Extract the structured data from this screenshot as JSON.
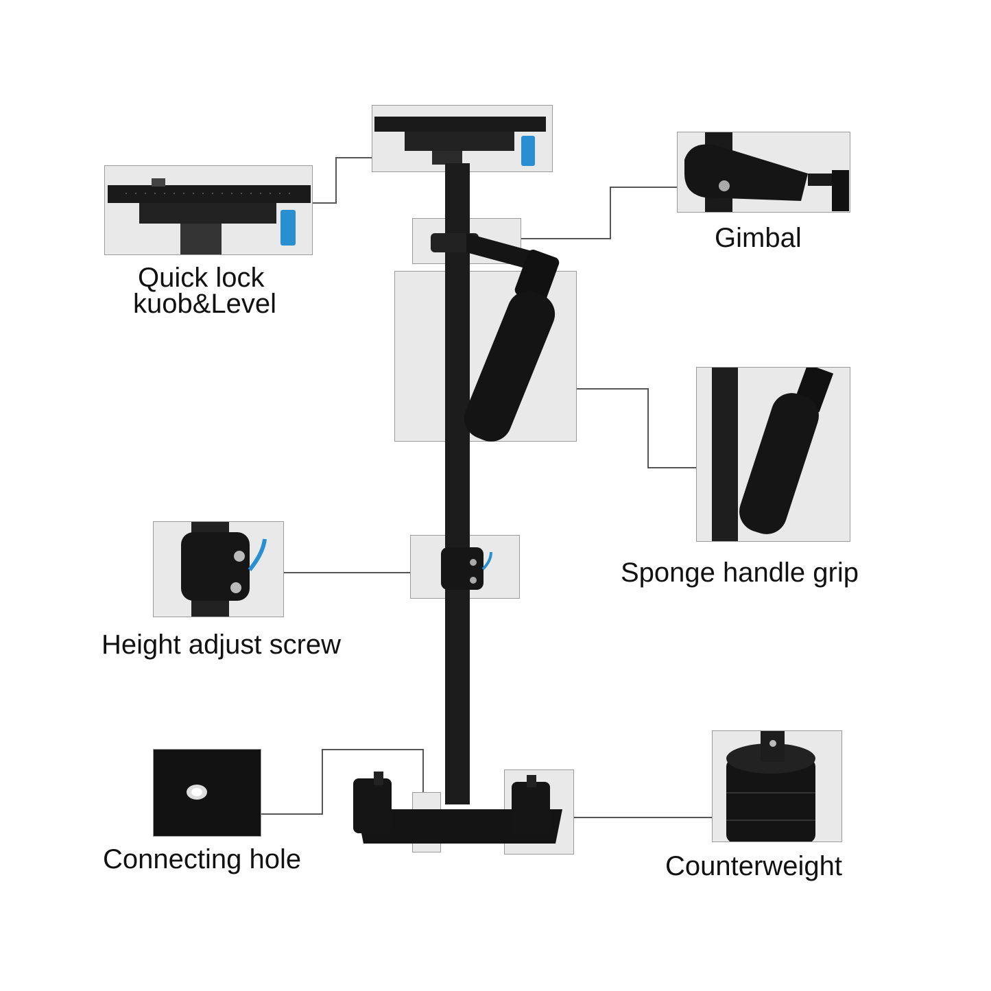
{
  "labels": {
    "quick_lock_line1": "Quick lock",
    "quick_lock_line2": "kuob&Level",
    "gimbal": "Gimbal",
    "sponge_handle_grip": "Sponge handle grip",
    "height_adjust_screw": "Height adjust screw",
    "connecting_hole": "Connecting hole",
    "counterweight": "Counterweight"
  },
  "colors": {
    "box_fill": "#e9e9e9",
    "box_border": "#9a9a9a",
    "metal": "#1a1a1a",
    "knob_blue": "#2a8fd0"
  }
}
